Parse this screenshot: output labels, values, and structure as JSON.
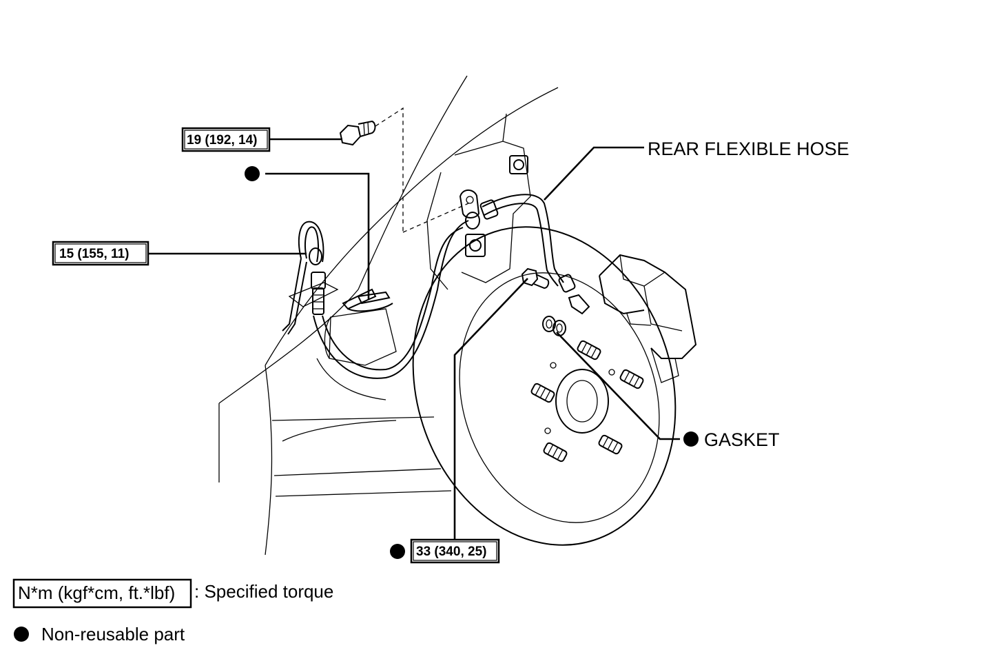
{
  "labels": {
    "rear_flexible_hose": "REAR FLEXIBLE HOSE",
    "gasket": "GASKET"
  },
  "torques": {
    "bracket_bolt": "19 (192, 14)",
    "tube_nut": "15 (155, 11)",
    "union_bolt": "33 (340, 25)"
  },
  "legend": {
    "torque_unit_box": "N*m (kgf*cm, ft.*lbf)",
    "torque_desc": ": Specified torque",
    "non_reusable": "Non-reusable part"
  },
  "colors": {
    "line": "#000000",
    "background": "#ffffff"
  }
}
